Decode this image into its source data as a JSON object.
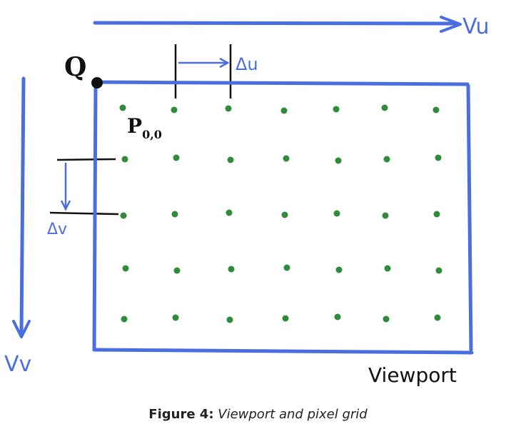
{
  "labels": {
    "vu": "Vu",
    "du": "Δu",
    "q": "Q",
    "p00": "P",
    "p00_sub": "0,0",
    "dv": "Δv",
    "vv": "Vv",
    "viewport": "Viewport"
  },
  "caption": {
    "figure": "Figure 4:",
    "text": "Viewport and pixel grid"
  },
  "grid": {
    "rows": 5,
    "cols": 7
  },
  "colors": {
    "blue": "#4a6ee0",
    "ink": "#111111",
    "dot": "#2e8b3a"
  }
}
